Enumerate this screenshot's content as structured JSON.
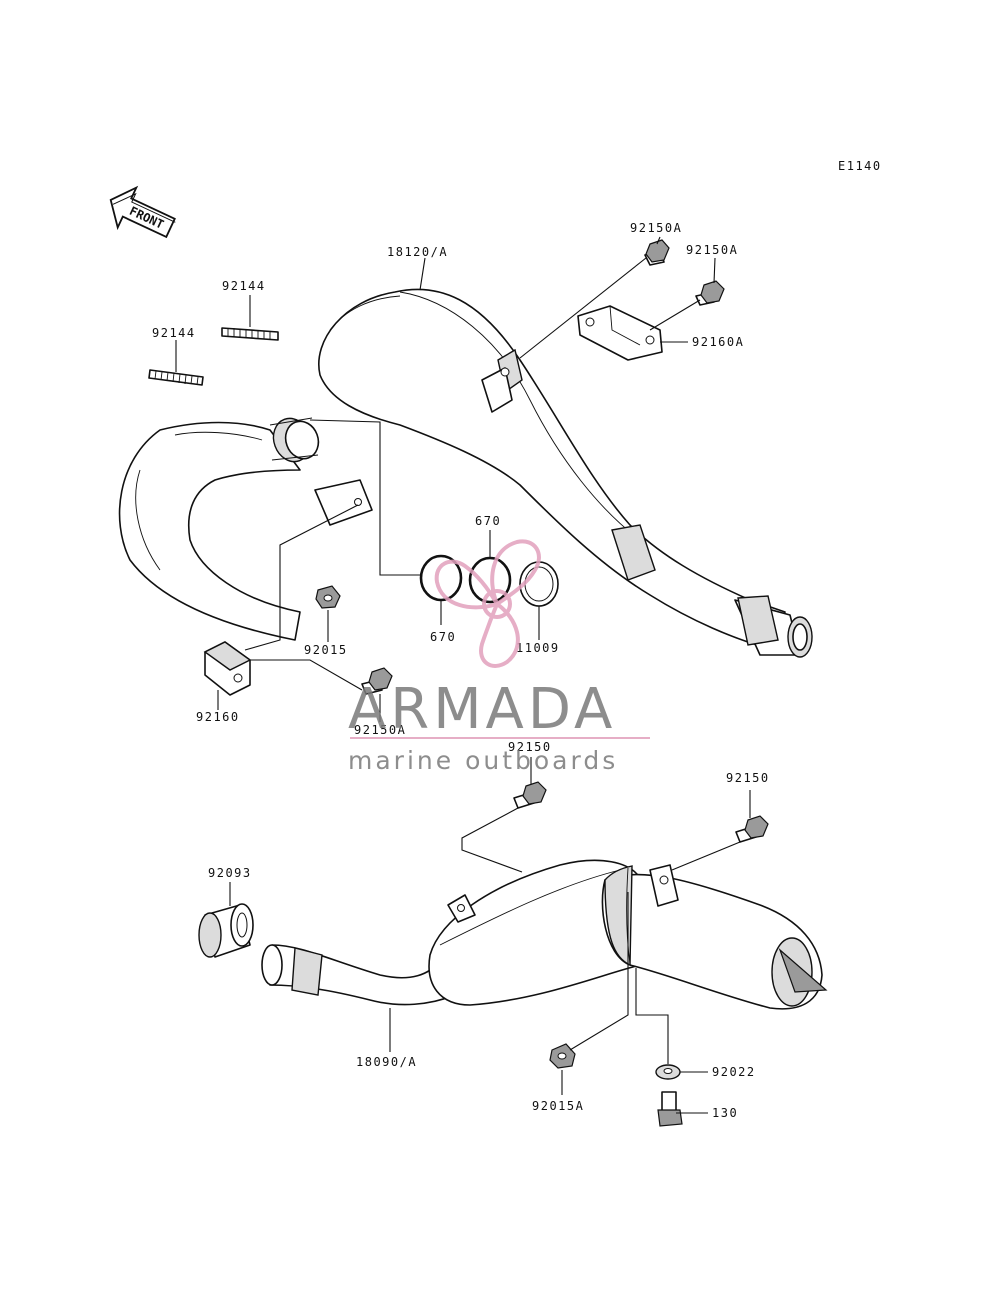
{
  "diagram_code": "E1140",
  "front_label": "FRONT",
  "watermark": {
    "brand": "ARMADA",
    "tagline": "marine outboards",
    "accent_color": "#e2a0bd",
    "text_color": "#7a7a7a"
  },
  "part_labels": {
    "p18120A": "18120/A",
    "p92150A_1": "92150A",
    "p92150A_2": "92150A",
    "p92160A": "92160A",
    "p92144_1": "92144",
    "p92144_2": "92144",
    "p670_1": "670",
    "p670_2": "670",
    "p11009": "11009",
    "p92015": "92015",
    "p92160": "92160",
    "p92150A_3": "92150A",
    "p92150_1": "92150",
    "p92150_2": "92150",
    "p92093": "92093",
    "p18090A": "18090/A",
    "p92015A": "92015A",
    "p92022": "92022",
    "p130": "130"
  }
}
